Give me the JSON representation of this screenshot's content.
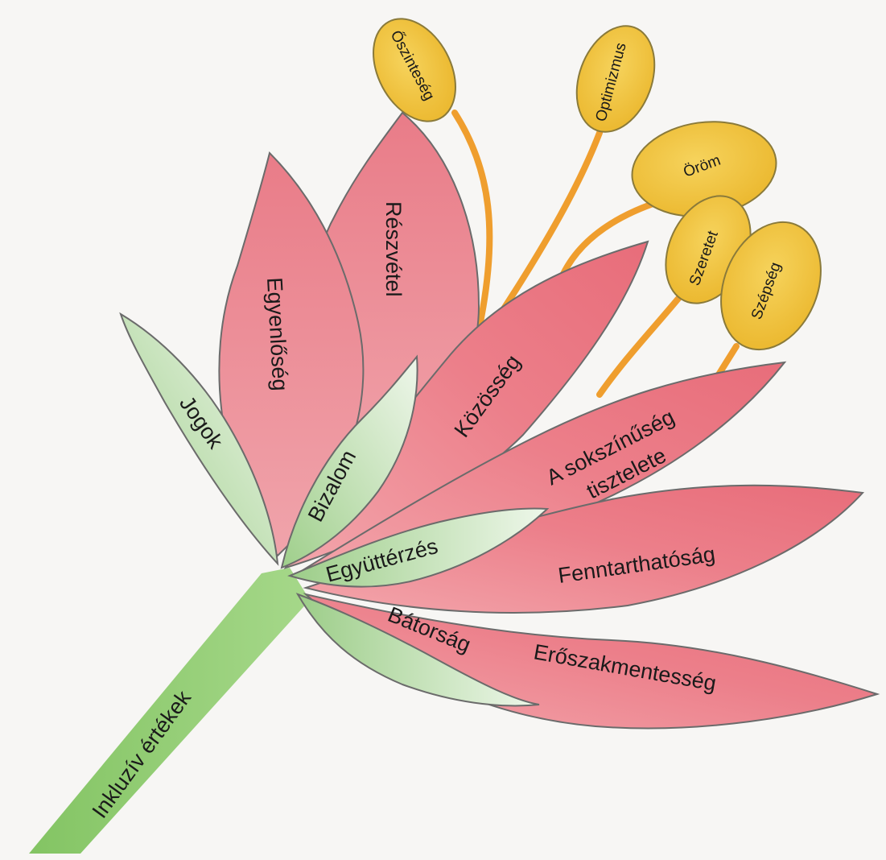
{
  "diagram": {
    "stem_label": "Inkluzív értékek",
    "petals": [
      {
        "id": "egyenloseg",
        "label": "Egyenlőség"
      },
      {
        "id": "reszvetel",
        "label": "Részvétel"
      },
      {
        "id": "kozosseg",
        "label": "Közösség"
      },
      {
        "id": "sokszinuseg",
        "line1": "A sokszínűség",
        "line2": "tisztelete"
      },
      {
        "id": "fenntarthatosag",
        "label": "Fenntarthatóság"
      },
      {
        "id": "eroszakmentesseg",
        "label": "Erőszakmentesség"
      }
    ],
    "leaves": [
      {
        "id": "jogok",
        "label": "Jogok"
      },
      {
        "id": "bizalom",
        "label": "Bizalom"
      },
      {
        "id": "egyutterzes",
        "label": "Együttérzés"
      },
      {
        "id": "batorsag",
        "label": "Bátorság"
      }
    ],
    "stamens": [
      {
        "id": "oszinteseg",
        "label": "Őszinteség"
      },
      {
        "id": "optimizmus",
        "label": "Optimizmus"
      },
      {
        "id": "orom",
        "label": "Öröm"
      },
      {
        "id": "szeretet",
        "label": "Szeretet"
      },
      {
        "id": "szepseg",
        "label": "Szépség"
      }
    ],
    "colors": {
      "petal_fill": "#ef8f98",
      "petal_dark": "#e56b78",
      "leaf_fill": "#a9d49b",
      "leaf_light": "#e4f1dd",
      "stamen_fill": "#f2c43e",
      "filament": "#ef9e2e",
      "stem": "#8fcb70",
      "outline": "#6b6b6b"
    }
  }
}
